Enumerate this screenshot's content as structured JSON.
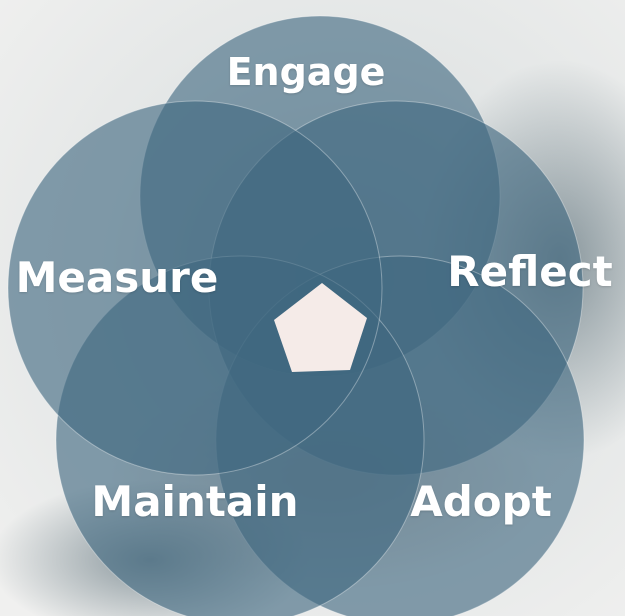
{
  "diagram": {
    "petals": [
      {
        "id": "engage",
        "label": "Engage"
      },
      {
        "id": "reflect",
        "label": "Reflect"
      },
      {
        "id": "adopt",
        "label": "Adopt"
      },
      {
        "id": "maintain",
        "label": "Maintain"
      },
      {
        "id": "measure",
        "label": "Measure"
      }
    ],
    "colors": {
      "petal_fill": "#4a6f86",
      "center_fill": "#f5ebe8",
      "label_text": "#ffffff",
      "background": "#d9dfe2"
    }
  }
}
